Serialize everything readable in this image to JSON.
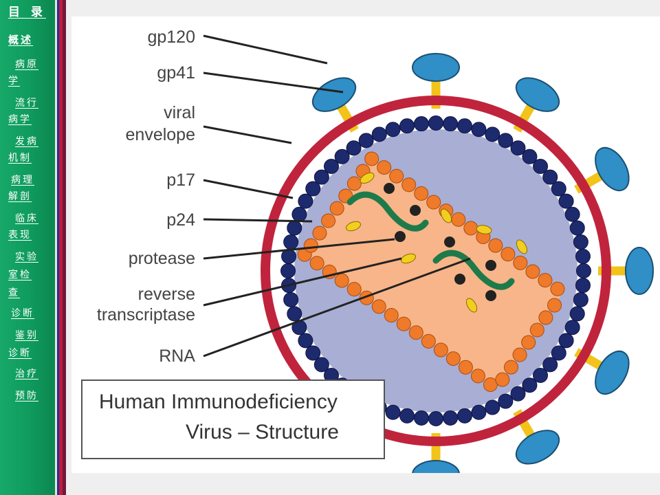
{
  "nav": {
    "title": "目 录",
    "items": [
      {
        "line1": "概述",
        "line2": ""
      },
      {
        "line1": "病原",
        "line2": "学"
      },
      {
        "line1": "流行",
        "line2": "病学"
      },
      {
        "line1": "发病",
        "line2": "机制"
      },
      {
        "line1": "病理",
        "line2": "解剖"
      },
      {
        "line1": "临床",
        "line2": "表现"
      },
      {
        "line1": "实验",
        "line2": "室检"
      },
      {
        "line1": "",
        "line2": "查"
      },
      {
        "line1": "诊断",
        "line2": ""
      },
      {
        "line1": "鉴别",
        "line2": "诊断"
      },
      {
        "line1": "治疗",
        "line2": ""
      },
      {
        "line1": "预防",
        "line2": ""
      }
    ]
  },
  "diagram": {
    "labels": {
      "gp120": "gp120",
      "gp41": "gp41",
      "envelope_1": "viral",
      "envelope_2": "envelope",
      "p17": "p17",
      "p24": "p24",
      "protease": "protease",
      "rt_1": "reverse",
      "rt_2": "transcriptase",
      "rna": "RNA"
    },
    "caption": {
      "line1": "Human Immunodeficiency",
      "line2": "Virus – Structure"
    },
    "colors": {
      "envelope": "#c0243c",
      "p17": "#1e2a6e",
      "capsid_fill": "#f7b589",
      "p24": "#ef7a2a",
      "spike": "#f2c31a",
      "knob": "#2f8fc6",
      "rna": "#1f7a4a",
      "interior": "#a8aed4"
    }
  }
}
